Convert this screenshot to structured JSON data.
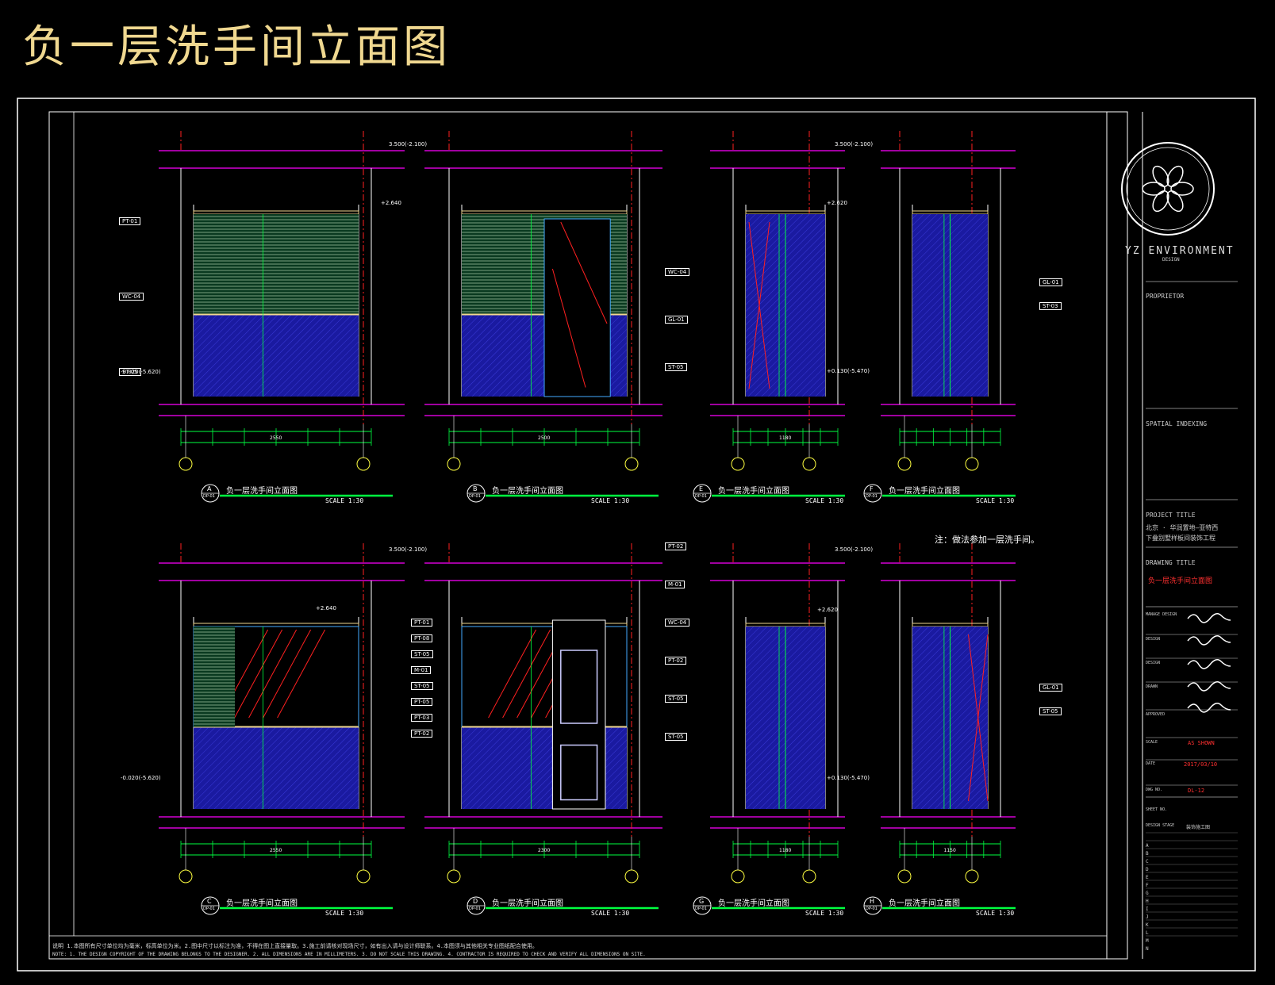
{
  "title": "负一层洗手间立面图",
  "note_top": "注：做法参加一层洗手间。",
  "level_top": "3.500(-2.100)",
  "views": [
    {
      "id": "A",
      "sheet": "DP-01",
      "label": "负一层洗手间立面图",
      "scale": "SCALE 1:30",
      "total": "2550",
      "marker": "1"
    },
    {
      "id": "B",
      "sheet": "DP-01",
      "label": "负一层洗手间立面图",
      "scale": "SCALE 1:30",
      "total": "2500",
      "marker": "1"
    },
    {
      "id": "E",
      "sheet": "DP-01",
      "label": "负一层洗手间立面图",
      "scale": "SCALE 1:30",
      "total": "1180",
      "marker": "1"
    },
    {
      "id": "F",
      "sheet": "DP-01",
      "label": "负一层洗手间立面图",
      "scale": "SCALE 1:30",
      "total": "",
      "marker": "1"
    },
    {
      "id": "C",
      "sheet": "DP-01",
      "label": "负一层洗手间立面图",
      "scale": "SCALE 1:30",
      "total": "2550",
      "marker": "1"
    },
    {
      "id": "D",
      "sheet": "DP-01",
      "label": "负一层洗手间立面图",
      "scale": "SCALE 1:30",
      "total": "2300",
      "marker": "1"
    },
    {
      "id": "G",
      "sheet": "DP-01",
      "label": "负一层洗手间立面图",
      "scale": "SCALE 1:30",
      "total": "1180",
      "marker": "1"
    },
    {
      "id": "H",
      "sheet": "DP-01",
      "label": "负一层洗手间立面图",
      "scale": "SCALE 1:30",
      "total": "1150",
      "marker": "1"
    }
  ],
  "annotations": {
    "a_tags": [
      "PT-01",
      "WC-04",
      "ST-05"
    ],
    "b_tags": [
      "WC-04",
      "GL-01",
      "ST-05"
    ],
    "e_tags": [
      "GL-01",
      "ST-03"
    ],
    "c_tags": [
      "PT-01",
      "PT-08",
      "ST-05",
      "M-01",
      "ST-05",
      "PT-05",
      "PT-03",
      "PT-02"
    ],
    "d_tags": [
      "PT-02",
      "M-01",
      "WC-04",
      "PT-02",
      "ST-05",
      "ST-05"
    ],
    "h_tags": [
      "GL-01",
      "ST-05"
    ],
    "levels": [
      "+2.640",
      "+2.620",
      "+2.640",
      "+2.620",
      "-0.020(-5.620)",
      "+0.130(-5.470)",
      "-0.020(-5.620)",
      "+0.130(-5.470)"
    ]
  },
  "title_block": {
    "brand": "YZ ENVIRONMENT",
    "brand_sub": "DESIGN",
    "proprietor_label": "PROPRIETOR",
    "spatial_label": "SPATIAL INDEXING",
    "project_title_label": "PROJECT TITLE",
    "project_title": "北京 · 华润置地—亚特西",
    "project_title_2": "下叠别墅样板间装饰工程",
    "drawing_title_label": "DRAWING TITLE",
    "drawing_title": "负一层洗手间立面图",
    "manager_label": "MANAGE DESIGN",
    "design_label": "DESIGN",
    "design2_label": "DESIGN",
    "drawn_label": "DRAWN",
    "approved_label": "APPROVED",
    "scale_label": "SCALE",
    "scale_value": "AS SHOWN",
    "date_label": "DATE",
    "date_value": "2017/03/10",
    "dwg_label": "DWG NO.",
    "dwg_value": "DL-12",
    "sheet_label": "SHEET NO.",
    "stage_label": "DESIGN STAGE",
    "stage_value": "装饰施工图",
    "rev_rows": [
      "A",
      "B",
      "C",
      "D",
      "E",
      "F",
      "G",
      "H",
      "I",
      "J",
      "K",
      "L",
      "M",
      "N"
    ]
  },
  "notes": {
    "line1": "说明  1.本图所有尺寸单位均为毫米，标高单位为米。2.图中尺寸以标注为准，不得在图上直接量取。3.施工前请核对现场尺寸，如有出入请与设计师联系。4.本图须与其他相关专业图纸配合使用。",
    "line2": "NOTE: 1. THE DESIGN COPYRIGHT OF THE DRAWING BELONGS TO THE DESIGNER. 2. ALL DIMENSIONS ARE IN MILLIMETERS. 3. DO NOT SCALE THIS DRAWING. 4. CONTRACTOR IS REQUIRED TO CHECK AND VERIFY ALL DIMENSIONS ON SITE."
  },
  "colors": {
    "frame": "#ffffff",
    "magenta": "#ff00ff",
    "green": "#00ff40",
    "blue": "#1a1aa0",
    "red": "#ff2020",
    "yellow": "#f0d890"
  }
}
